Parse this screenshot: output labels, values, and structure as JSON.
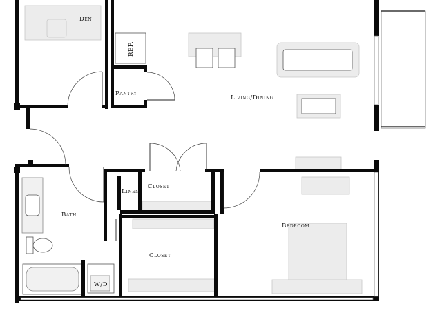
{
  "rooms": {
    "den": "Den",
    "ref": "REF.",
    "pantry": "Pantry",
    "living_dining": "Living/Dining",
    "closet_upper": "Closet",
    "linen": "Linen",
    "bath": "Bath",
    "closet_lower": "Closet",
    "bedroom": "Bedroom",
    "washer_dryer": "W/D"
  }
}
